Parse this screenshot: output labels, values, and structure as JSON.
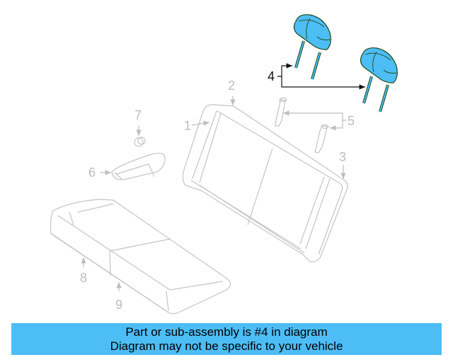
{
  "diagram": {
    "title": "Rear seat assembly parts diagram",
    "highlighted_part": "4",
    "colors": {
      "highlight_fill": "#4dbdf5",
      "highlight_stroke": "#1a4a1a",
      "line_gray": "#c4c4c4",
      "label_gray": "#bdbdbd",
      "active_label": "#111111",
      "caption_bg": "#4dbdf5"
    },
    "callouts": [
      {
        "number": "1",
        "part": "seat-back-cushion"
      },
      {
        "number": "2",
        "part": "seat-back-cover"
      },
      {
        "number": "3",
        "part": "seat-back-frame"
      },
      {
        "number": "4",
        "part": "headrest",
        "highlighted": true
      },
      {
        "number": "5",
        "part": "headrest-guide"
      },
      {
        "number": "6",
        "part": "armrest"
      },
      {
        "number": "7",
        "part": "clip"
      },
      {
        "number": "8",
        "part": "seat-cushion-pad"
      },
      {
        "number": "9",
        "part": "seat-cushion-cover"
      }
    ]
  },
  "caption": {
    "line1": "Part or sub-assembly is #4 in diagram",
    "line2": "Diagram may not be specific to your vehicle"
  }
}
